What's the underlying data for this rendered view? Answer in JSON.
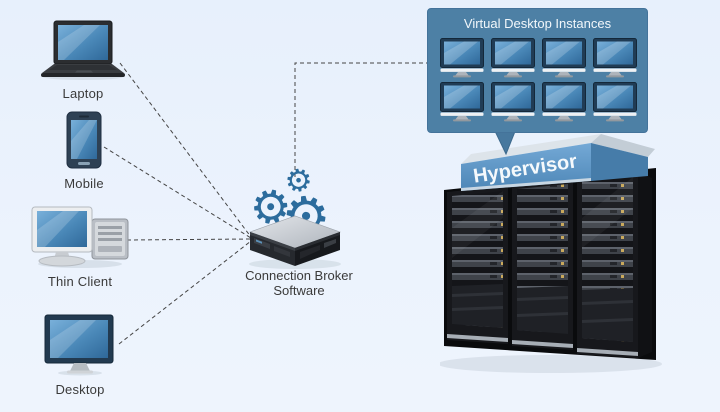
{
  "diagram": {
    "type": "vdi-architecture",
    "background_color": "#ecf3fd",
    "clients": [
      {
        "id": "laptop",
        "label": "Laptop"
      },
      {
        "id": "mobile",
        "label": "Mobile"
      },
      {
        "id": "thin-client",
        "label": "Thin Client"
      },
      {
        "id": "desktop",
        "label": "Desktop"
      }
    ],
    "broker": {
      "label_line1": "Connection Broker",
      "label_line2": "Software",
      "gear_icon_color": "#2c6c9d"
    },
    "vdi_panel": {
      "title": "Virtual Desktop Instances",
      "instance_count": 8,
      "panel_color": "#4d80a5"
    },
    "hypervisor": {
      "label": "Hypervisor",
      "banner_color": "#5d98ca",
      "rack_count": 3
    },
    "connections": {
      "style": "dashed",
      "color": "#454545"
    }
  }
}
